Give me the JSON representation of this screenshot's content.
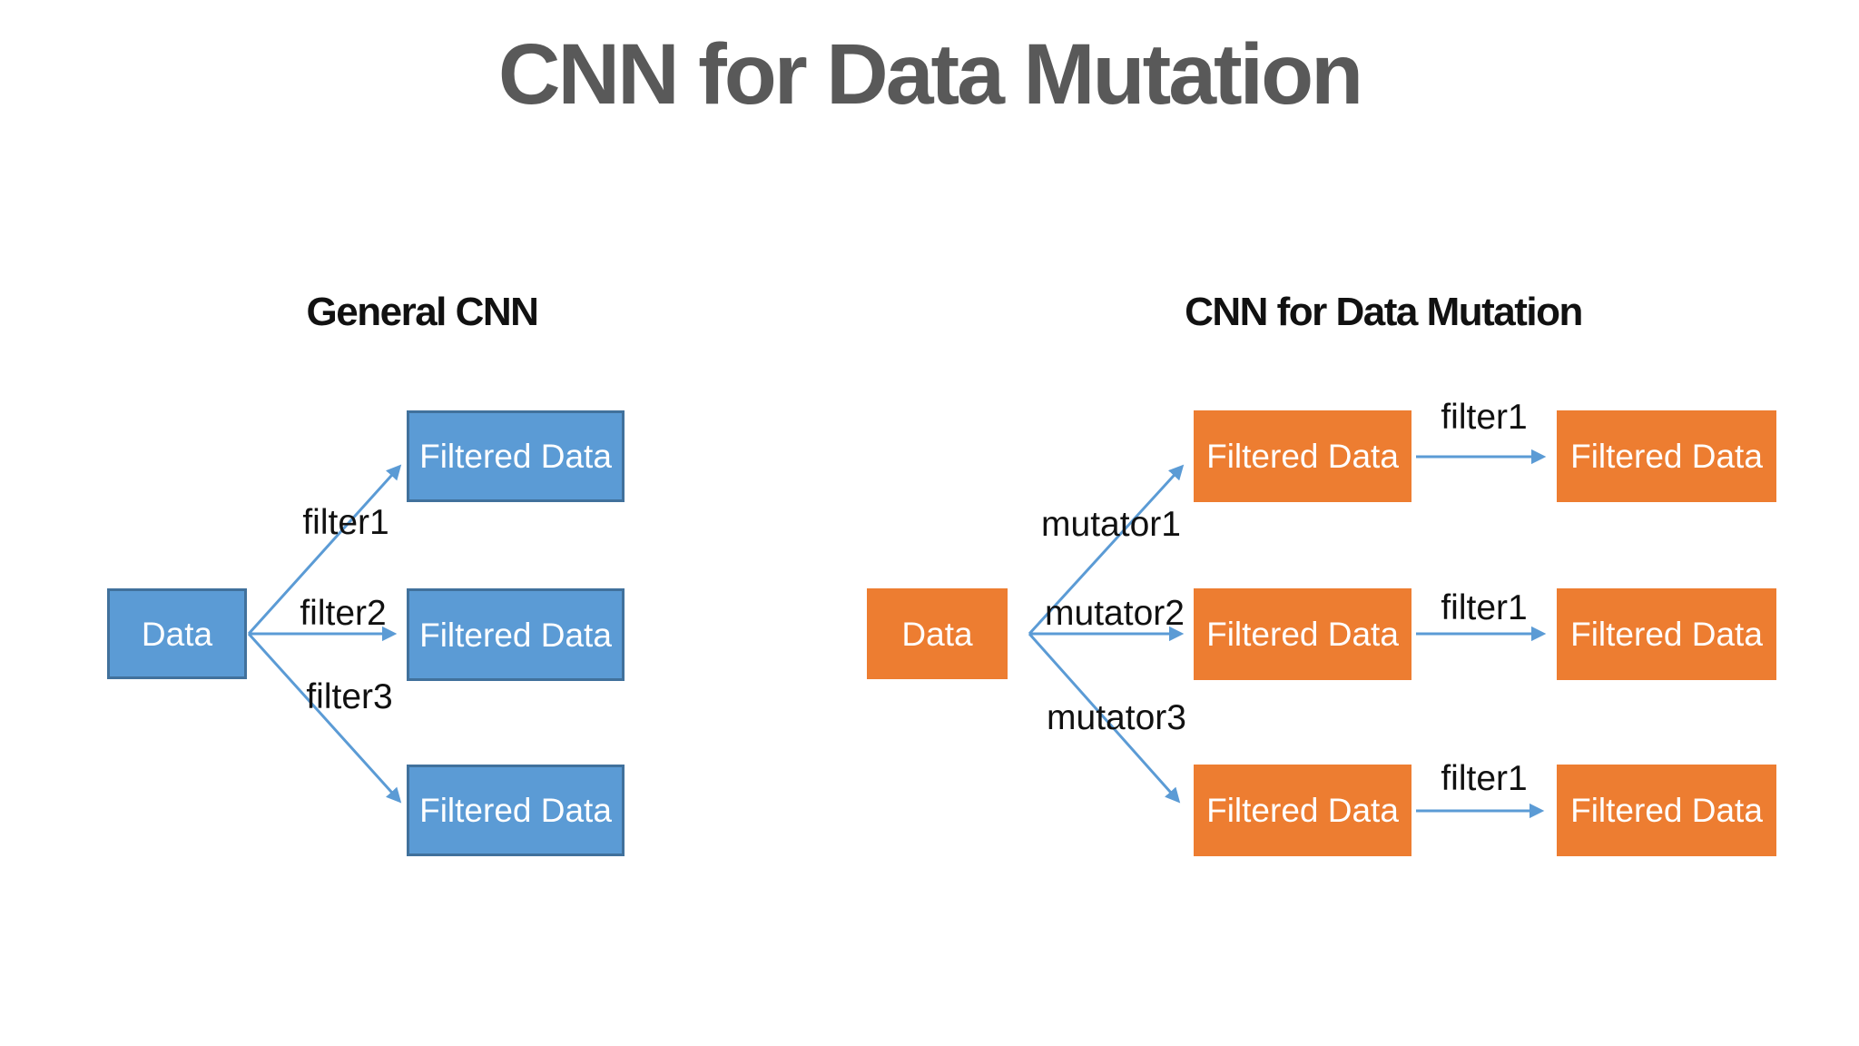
{
  "slide": {
    "title": "CNN for Data Mutation"
  },
  "colors": {
    "blue_fill": "#5b9bd5",
    "blue_border": "#41719c",
    "orange_fill": "#ed7d31",
    "arrow": "#5b9bd5",
    "title_color": "#595959",
    "heading_color": "#111111",
    "box_text": "#ffffff"
  },
  "general_cnn": {
    "heading": "General CNN",
    "data_label": "Data",
    "filtered": [
      "Filtered Data",
      "Filtered Data",
      "Filtered Data"
    ],
    "edges": [
      "filter1",
      "filter2",
      "filter3"
    ]
  },
  "mutation_cnn": {
    "heading": "CNN for Data Mutation",
    "data_label": "Data",
    "stage1": [
      "Filtered Data",
      "Filtered Data",
      "Filtered Data"
    ],
    "stage2": [
      "Filtered Data",
      "Filtered Data",
      "Filtered Data"
    ],
    "mutators": [
      "mutator1",
      "mutator2",
      "mutator3"
    ],
    "filters": [
      "filter1",
      "filter1",
      "filter1"
    ]
  }
}
